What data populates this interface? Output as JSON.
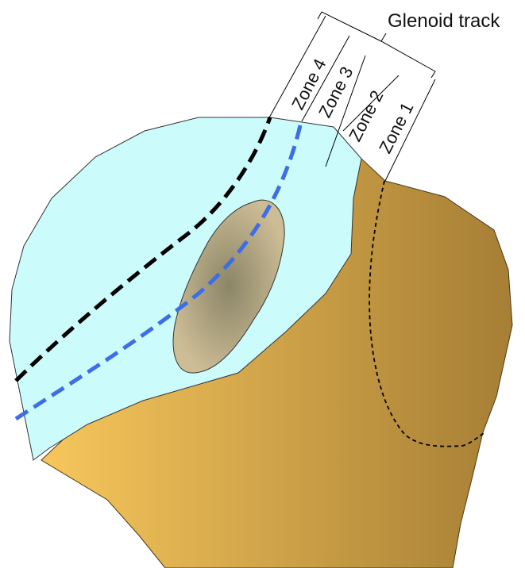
{
  "diagram": {
    "title": "Glenoid track",
    "zones": [
      {
        "label": "Zone 4"
      },
      {
        "label": "Zone 3"
      },
      {
        "label": "Zone 2"
      },
      {
        "label": "Zone 1"
      }
    ],
    "colors": {
      "glenoid_track_fill": "#ccfbfb",
      "humerus_light": "#f7c75c",
      "humerus_dark": "#a67e35",
      "lesion_center": "#8b8567",
      "lesion_edge": "#cdbd96",
      "medial_margin_line": "#000000",
      "glenoid_margin_line": "#3c6ee6"
    }
  }
}
